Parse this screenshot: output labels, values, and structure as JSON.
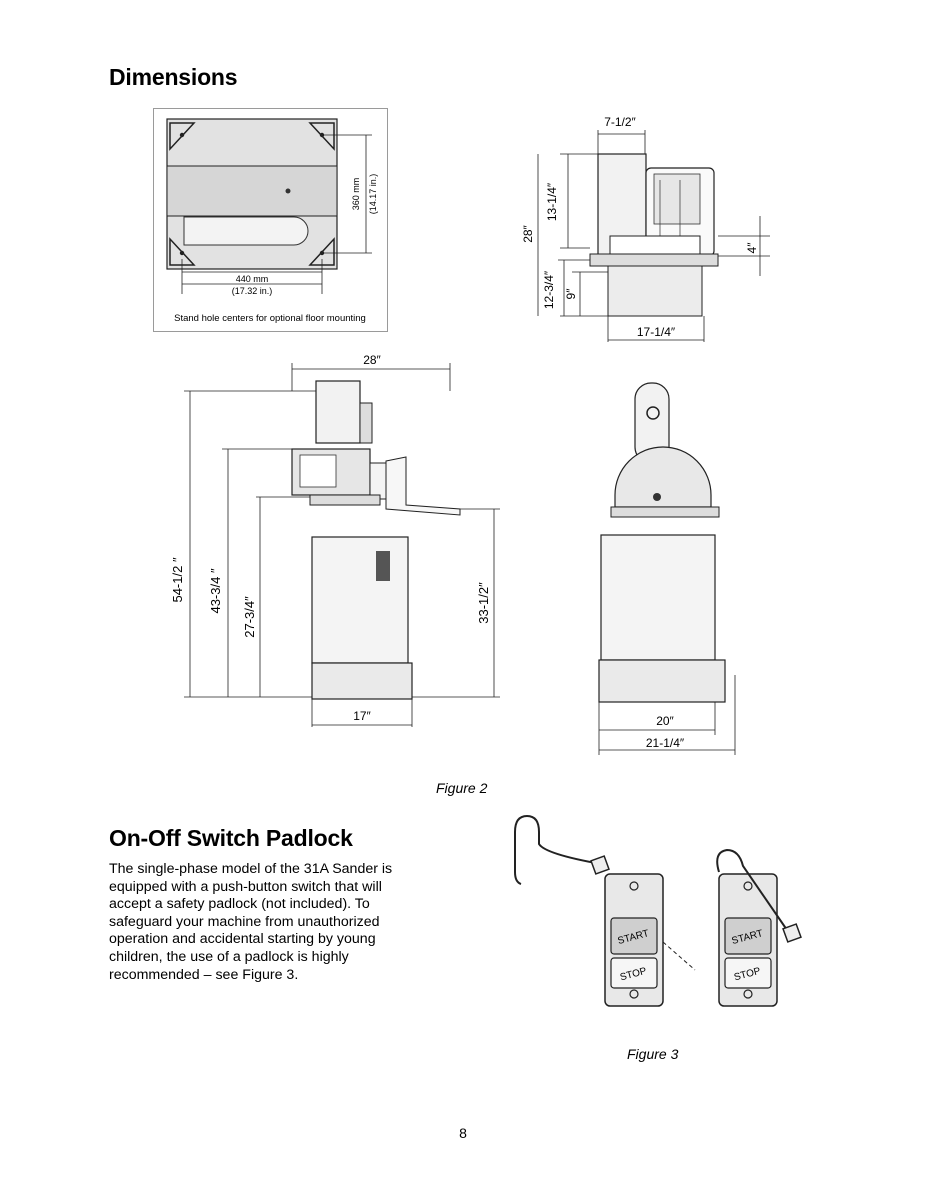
{
  "page": {
    "heading_dimensions": "Dimensions",
    "heading_padlock": "On-Off Switch Padlock",
    "figure2_caption": "Figure 2",
    "figure3_caption": "Figure 3",
    "page_number": "8",
    "padlock_paragraph_lines": [
      "The single-phase model of the 31A Sander is",
      "equipped with a push-button switch that will",
      "accept a safety padlock (not included). To",
      "safeguard your machine from unauthorized",
      "operation and accidental starting by young",
      "children, the use of a padlock is highly",
      "recommended – see Figure 3."
    ]
  },
  "stand_inset": {
    "width_mm": "440 mm",
    "width_in": "(17.32 in.)",
    "depth_mm": "360 mm",
    "depth_in": "(14.17 in.)",
    "note": "Stand hole centers for optional floor mounting"
  },
  "top_view": {
    "dim_top": "7-1/2″",
    "dim_13": "13-1/4″",
    "dim_28": "28″",
    "dim_4": "4″",
    "dim_12": "12-3/4″",
    "dim_9": "9″",
    "dim_17": "17-1/4″"
  },
  "side_view": {
    "dim_28": "28″",
    "dim_54": "54-1/2 ″",
    "dim_43": "43-3/4 ″",
    "dim_27": "27-3/4″",
    "dim_33": "33-1/2″",
    "dim_17": "17″"
  },
  "front_view": {
    "dim_20": "20″",
    "dim_21": "21-1/4″"
  },
  "switch_figure": {
    "start_label": "START",
    "stop_label": "STOP"
  }
}
